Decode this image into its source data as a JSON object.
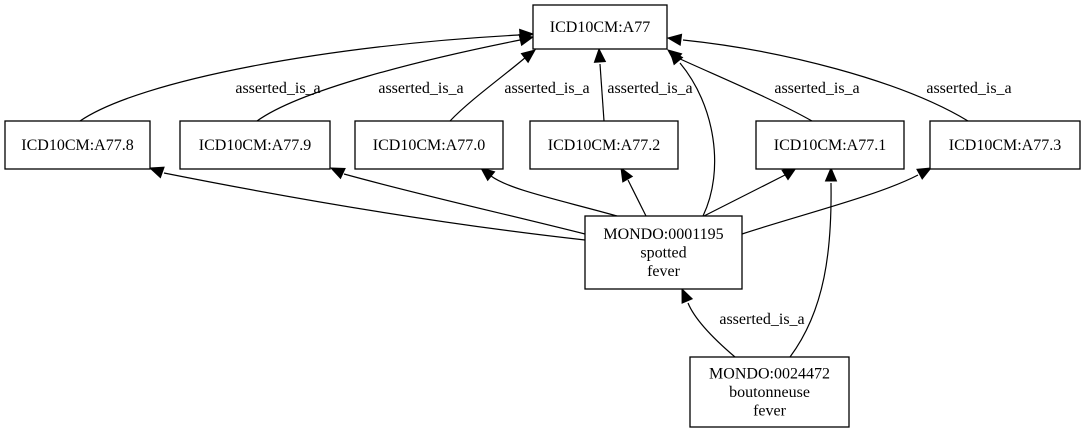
{
  "diagram": {
    "nodes": {
      "a77": {
        "lines": [
          "ICD10CM:A77"
        ]
      },
      "a778": {
        "lines": [
          "ICD10CM:A77.8"
        ]
      },
      "a779": {
        "lines": [
          "ICD10CM:A77.9"
        ]
      },
      "a770": {
        "lines": [
          "ICD10CM:A77.0"
        ]
      },
      "a772": {
        "lines": [
          "ICD10CM:A77.2"
        ]
      },
      "a771": {
        "lines": [
          "ICD10CM:A77.1"
        ]
      },
      "a773": {
        "lines": [
          "ICD10CM:A77.3"
        ]
      },
      "m1195": {
        "lines": [
          "MONDO:0001195",
          "spotted",
          "fever"
        ]
      },
      "m24472": {
        "lines": [
          "MONDO:0024472",
          "boutonneuse",
          "fever"
        ]
      }
    },
    "edges": [
      {
        "from": "a778",
        "to": "a77",
        "label": "asserted_is_a"
      },
      {
        "from": "a779",
        "to": "a77",
        "label": "asserted_is_a"
      },
      {
        "from": "a770",
        "to": "a77",
        "label": "asserted_is_a"
      },
      {
        "from": "a772",
        "to": "a77",
        "label": "asserted_is_a"
      },
      {
        "from": "a771",
        "to": "a77",
        "label": "asserted_is_a"
      },
      {
        "from": "a773",
        "to": "a77",
        "label": "asserted_is_a"
      },
      {
        "from": "m1195",
        "to": "a77",
        "label": ""
      },
      {
        "from": "m1195",
        "to": "a778",
        "label": ""
      },
      {
        "from": "m1195",
        "to": "a779",
        "label": ""
      },
      {
        "from": "m1195",
        "to": "a770",
        "label": ""
      },
      {
        "from": "m1195",
        "to": "a772",
        "label": ""
      },
      {
        "from": "m1195",
        "to": "a771",
        "label": ""
      },
      {
        "from": "m1195",
        "to": "a773",
        "label": ""
      },
      {
        "from": "m24472",
        "to": "m1195",
        "label": "asserted_is_a"
      },
      {
        "from": "m24472",
        "to": "a771",
        "label": ""
      }
    ]
  }
}
